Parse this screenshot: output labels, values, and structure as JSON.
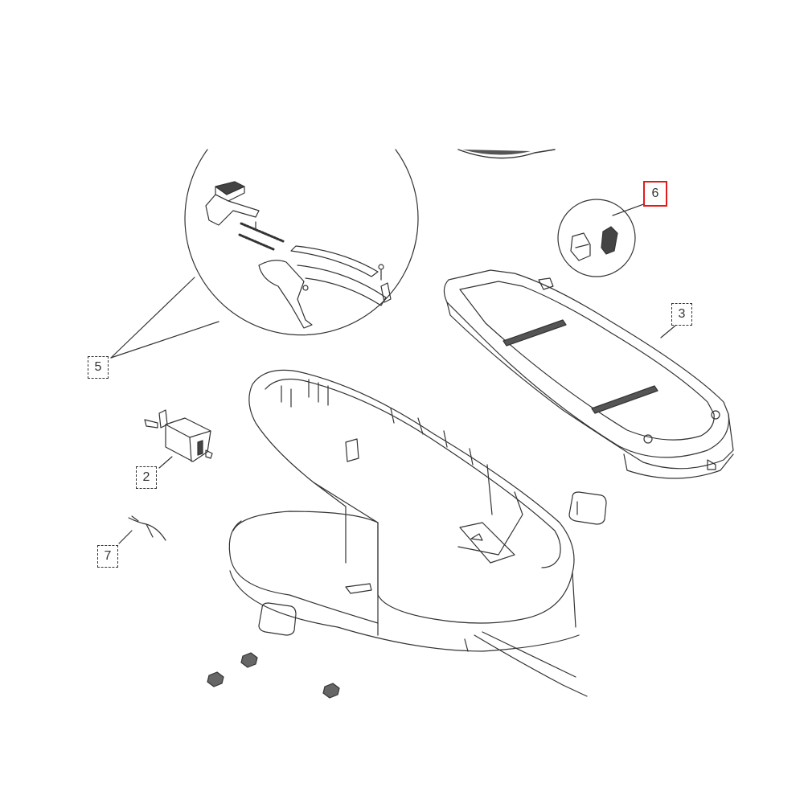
{
  "callouts": [
    {
      "id": "6",
      "label": "6",
      "selected": true
    },
    {
      "id": "3",
      "label": "3",
      "selected": false
    },
    {
      "id": "5",
      "label": "5",
      "selected": false
    },
    {
      "id": "2",
      "label": "2",
      "selected": false
    },
    {
      "id": "7",
      "label": "7",
      "selected": false
    }
  ],
  "colors": {
    "line": "#333333",
    "selected_border": "#e11b1b",
    "dark_fill": "#4a4a4a"
  }
}
